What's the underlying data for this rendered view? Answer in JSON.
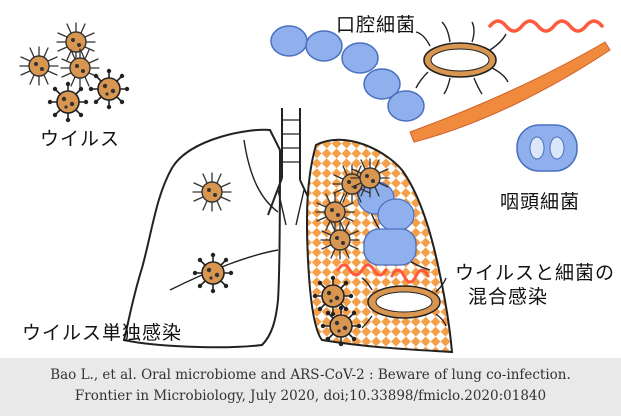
{
  "labels": {
    "oral_bacteria": "口腔細菌",
    "virus": "ウイルス",
    "pharyngeal_bacteria": "咽頭細菌",
    "mixed_infection_line1": "ウイルスと細菌の",
    "mixed_infection_line2": "混合感染",
    "virus_only_infection": "ウイルス単独感染"
  },
  "caption": {
    "line1": "Bao L., et al. Oral microbiome and ARS-CoV-2 : Beware of lung co-infection.",
    "line2": "Frontier in Microbiology,  July 2020, doi;10.33898/fmiclo.2020:01840"
  },
  "colors": {
    "coccus_blue": "#8fb0ec",
    "bacillus_orange": "#f08a3c",
    "spirochete_red": "#ff5a3c",
    "virus_orange": "#d99650",
    "infection_check": "#f4a04a"
  }
}
